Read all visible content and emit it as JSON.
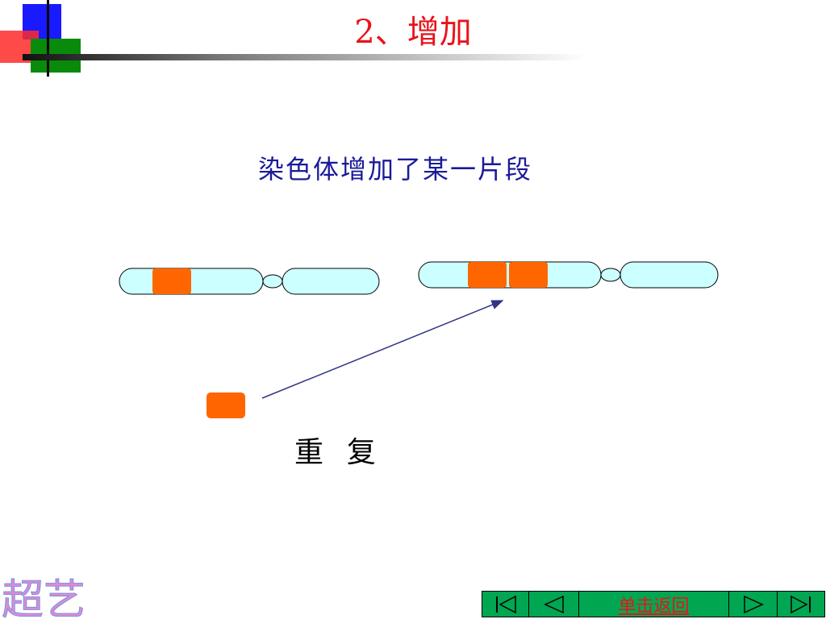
{
  "slide": {
    "title": "2、增加",
    "subtitle": "染色体增加了某一片段",
    "label": "重  复"
  },
  "nav": {
    "first_icon": "first-page-icon",
    "prev_icon": "previous-icon",
    "return_label": "单击返回",
    "next_icon": "next-icon",
    "last_icon": "last-page-icon"
  },
  "brand_text": "超艺",
  "colors": {
    "title": "#e8141b",
    "subtitle": "#1a1a99",
    "chromosome_fill": "#ccffff",
    "segment": "#ff6600",
    "arrow": "#33338a",
    "nav_bg": "#00a651"
  }
}
